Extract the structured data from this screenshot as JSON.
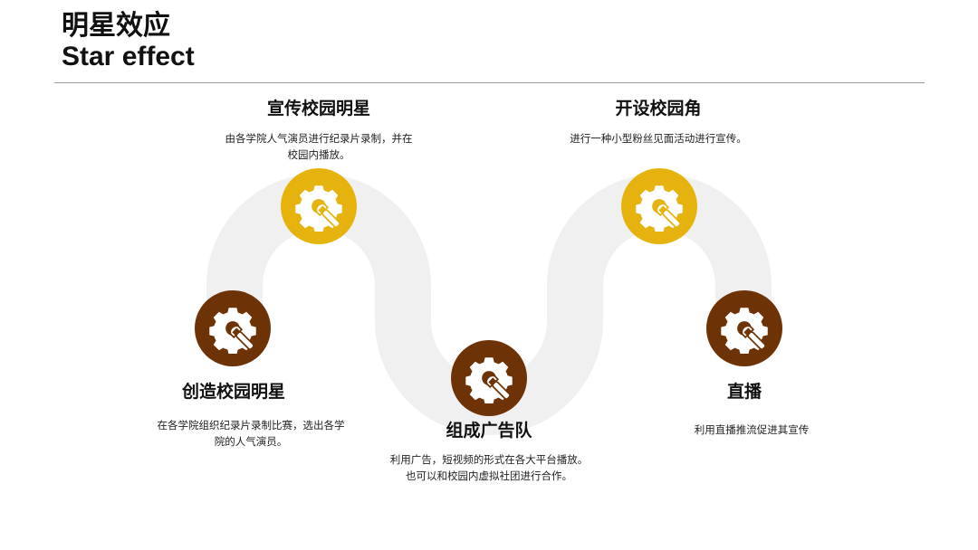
{
  "header": {
    "title_cn": "明星效应",
    "title_en": "Star effect"
  },
  "colors": {
    "gold": "#E6B30E",
    "brown": "#6E3207",
    "track": "#F0F0F0",
    "divider": "#9A9A9A"
  },
  "steps": [
    {
      "title": "创造校园明星",
      "desc_lines": [
        "在各学院组织纪录片录制比赛，选出各学",
        "院的人气演员。"
      ],
      "color": "brown",
      "icon": "gear-wrench-icon"
    },
    {
      "title": "宣传校园明星",
      "desc_lines": [
        "由各学院人气演员进行纪录片录制，并在",
        "校园内播放。"
      ],
      "color": "gold",
      "icon": "gear-wrench-icon"
    },
    {
      "title": "组成广告队",
      "desc_lines": [
        "利用广告，短视频的形式在各大平台播放。",
        "也可以和校园内虚拟社团进行合作。"
      ],
      "color": "brown",
      "icon": "gear-wrench-icon"
    },
    {
      "title": "开设校园角",
      "desc_lines": [
        "进行一种小型粉丝见面活动进行宣传。"
      ],
      "color": "gold",
      "icon": "gear-wrench-icon"
    },
    {
      "title": "直播",
      "desc_lines": [
        "利用直播推流促进其宣传"
      ],
      "color": "brown",
      "icon": "gear-wrench-icon"
    }
  ]
}
